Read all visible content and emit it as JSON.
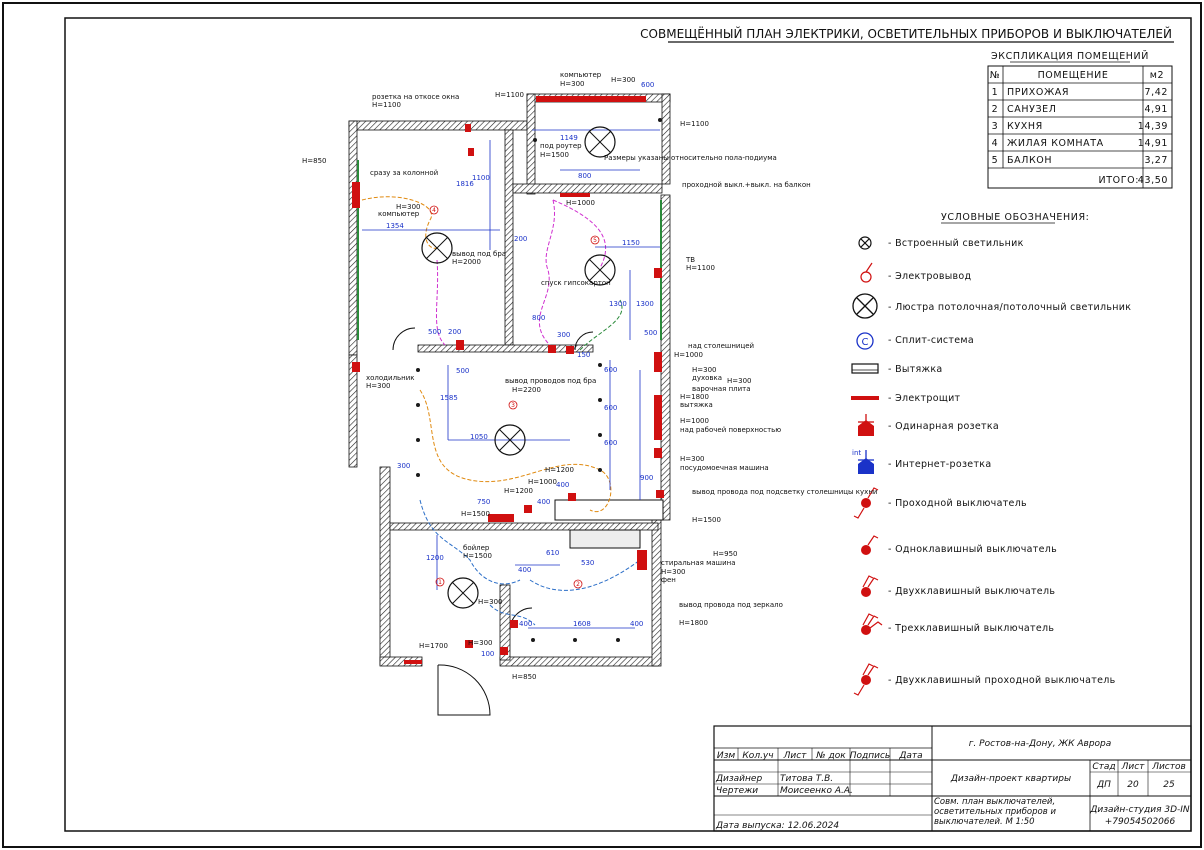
{
  "title": "СОВМЕЩЁННЫЙ ПЛАН ЭЛЕКТРИКИ, ОСВЕТИТЕЛЬНЫХ ПРИБОРОВ И ВЫКЛЮЧАТЕЛЕЙ",
  "explication": {
    "title": "ЭКСПЛИКАЦИЯ ПОМЕЩЕНИЙ",
    "headers": [
      "№",
      "ПОМЕЩЕНИЕ",
      "м2"
    ],
    "rows": [
      {
        "n": "1",
        "name": "ПРИХОЖАЯ",
        "area": "7,42"
      },
      {
        "n": "2",
        "name": "САНУЗЕЛ",
        "area": "4,91"
      },
      {
        "n": "3",
        "name": "КУХНЯ",
        "area": "14,39"
      },
      {
        "n": "4",
        "name": "ЖИЛАЯ КОМНАТА",
        "area": "14,91"
      },
      {
        "n": "5",
        "name": "БАЛКОН",
        "area": "3,27"
      }
    ],
    "total_label": "ИТОГО:",
    "total_value": "43,50"
  },
  "legend": {
    "title": "УСЛОВНЫЕ ОБОЗНАЧЕНИЯ:",
    "items": [
      {
        "icon": "builtin-light-icon",
        "label": "Встроенный светильник"
      },
      {
        "icon": "electric-outlet-point-icon",
        "label": "Электровывод"
      },
      {
        "icon": "chandelier-icon",
        "label": "Люстра потолочная/потолочный светильник"
      },
      {
        "icon": "split-system-icon",
        "label": "Сплит-система"
      },
      {
        "icon": "hood-icon",
        "label": "Вытяжка"
      },
      {
        "icon": "electric-panel-icon",
        "label": "Электрощит"
      },
      {
        "icon": "single-socket-icon",
        "label": "Одинарная розетка"
      },
      {
        "icon": "internet-socket-icon",
        "label": "Интернет-розетка"
      },
      {
        "icon": "pass-switch-icon",
        "label": "Проходной выключатель"
      },
      {
        "icon": "one-key-switch-icon",
        "label": "Одноклавишный выключатель"
      },
      {
        "icon": "two-key-switch-icon",
        "label": "Двухклавишный выключатель"
      },
      {
        "icon": "three-key-switch-icon",
        "label": "Трехклавишный выключатель"
      },
      {
        "icon": "two-key-pass-switch-icon",
        "label": "Двухклавишный проходной выключатель"
      }
    ],
    "internet_mark": "int"
  },
  "plan": {
    "room_numbers": [
      "1",
      "2",
      "3",
      "4",
      "5"
    ],
    "annotations": [
      "розетка на откосе окна",
      "Н=1100",
      "Н=1100",
      "Н=850",
      "сразу за колонной",
      "Н=300",
      "компьютер",
      "вывод под бра",
      "Н=2000",
      "компьютер",
      "Н=300",
      "Н=300",
      "Н=1100",
      "под роутер",
      "Н=1500",
      "Размеры указаны относительно пола-подиума",
      "проходной выкл.+выкл. на балкон",
      "Н=1000",
      "ТВ",
      "Н=1100",
      "спуск гипсокартон",
      "над столешницей",
      "Н=1000",
      "Н=300",
      "духовка",
      "Н=300",
      "варочная плита",
      "Н=1800",
      "вытяжка",
      "Н=1000",
      "над рабочей поверхностью",
      "Н=300",
      "посудомоечная машина",
      "холодильник",
      "Н=300",
      "вывод проводов под бра",
      "Н=2200",
      "Н=1200",
      "Н=1000",
      "Н=1200",
      "вывод провода под подсветку столешницы кухни",
      "Н=1500",
      "Н=1500",
      "бойлер",
      "Н=1500",
      "Н=950",
      "стиральная машина",
      "Н=300",
      "фен",
      "вывод провода под зеркало",
      "Н=1800",
      "Н=1700",
      "Н=300",
      "Н=850",
      "Н=300"
    ],
    "dimensions": [
      "600",
      "1149",
      "800",
      "1354",
      "1816",
      "1100",
      "200",
      "1150",
      "1300",
      "1300",
      "500",
      "500",
      "200",
      "150",
      "500",
      "300",
      "1585",
      "1050",
      "750",
      "400",
      "400",
      "1200",
      "610",
      "530",
      "400",
      "1608",
      "400",
      "400",
      "600",
      "600",
      "600",
      "900",
      "300",
      "100",
      "800"
    ]
  },
  "title_block": {
    "location": "г. Ростов-на-Дону, ЖК Аврора",
    "header_cols": [
      "Изм",
      "Кол.уч",
      "Лист",
      "№ док",
      "Подпись",
      "Дата"
    ],
    "stage_headers": [
      "Стад",
      "Лист",
      "Листов"
    ],
    "stage_values": [
      "ДП",
      "20",
      "25"
    ],
    "project": "Дизайн-проект квартиры",
    "sheet_name": "Совм. план выключателей, осветительных приборов и выключателей. М 1:50",
    "roles": [
      {
        "role": "Дизайнер",
        "name": "Титова Т.В."
      },
      {
        "role": "Чертежи",
        "name": "Моисеенко А.А."
      }
    ],
    "release": "Дата выпуска: 12.06.2024",
    "studio": "Дизайн-студия 3D-IN",
    "phone": "+79054502066"
  },
  "colors": {
    "wall": "#1a1a1a",
    "dimension": "#1a32c8",
    "socket": "#d01010",
    "line_orange": "#e08a10",
    "line_magenta": "#d030d0",
    "line_green": "#2a8a3a",
    "line_blue": "#2c6fc8"
  }
}
